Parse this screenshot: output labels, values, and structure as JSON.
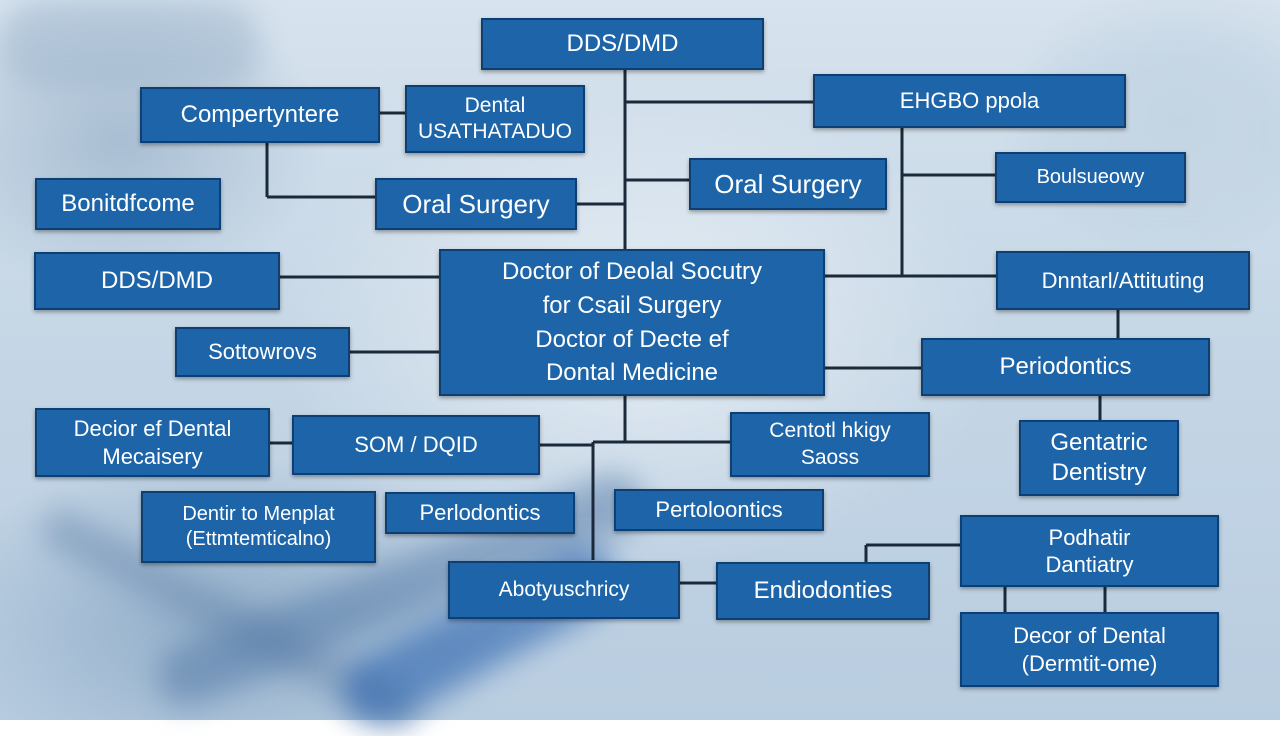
{
  "colors": {
    "node_fill": "#1d64a8",
    "node_border": "#0e3f72",
    "node_text": "#ffffff",
    "connector": "#1b2a3a"
  },
  "nodes": {
    "dds_dmd_top": "DDS/DMD",
    "compertyntere": "Compertyntere",
    "dental_usarraduo": "Dental\nUSATHATADUO",
    "ehgbo_ppola": "EHGBO ppola",
    "boritdfcome": "Bonitdfcome",
    "oral_surgery_left": "Oral Surgery",
    "oral_surgery_right": "Oral Surgery",
    "boulsureowy": "Boulsueowy",
    "dds_dmd_left": "DDS/DMD",
    "central": "Doctor of Deolal Socutry\nfor Csail Surgery\nDoctor of Decte ef\nDontal Medicine",
    "dennatal_attituting": "Dnntarl/Attituting",
    "sottowrovs": "Sottowrovs",
    "periodontics_right": "Periodontics",
    "decor_mecaisery": "Decior ef Dental\nMecaisery",
    "som_dqid": "SOM / DQID",
    "centotl_hkigy": "Centotl hkigy\nSaoss",
    "gentatric_dentistry": "Gentatric\nDentistry",
    "dentir_menplat": "Dentir to Menplat\n(Ettmtemticalno)",
    "periodontics_mid": "Perlodontics",
    "pertoloontics": "Pertoloontics",
    "podhatir_dantiatry": "Podhatir\nDantiatry",
    "abotyuscinicy": "Abotyuschricy",
    "endiodonties": "Endiodonties",
    "decor_dental_bottom": "Decor of Dental\n(Dermtit-ome)"
  }
}
